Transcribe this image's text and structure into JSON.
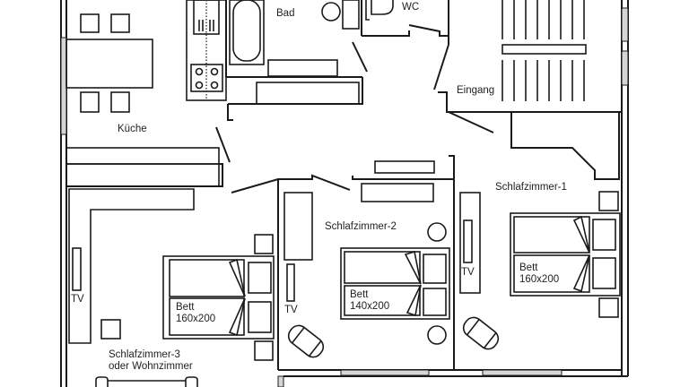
{
  "plan": {
    "rooms": {
      "kitchen": "Küche",
      "bath": "Bad",
      "wc": "WC",
      "entrance": "Eingang",
      "bedroom1": "Schlafzimmer-1",
      "bedroom2": "Schlafzimmer-2",
      "bedroom3_line1": "Schlafzimmer-3",
      "bedroom3_line2": "oder Wohnzimmer"
    },
    "beds": {
      "bed1_label": "Bett",
      "bed1_size": "160x200",
      "bed2_label": "Bett",
      "bed2_size": "140x200",
      "bed3_label": "Bett",
      "bed3_size": "160x200"
    },
    "tv_labels": {
      "tv1": "TV",
      "tv2": "TV",
      "tv3": "TV"
    }
  }
}
